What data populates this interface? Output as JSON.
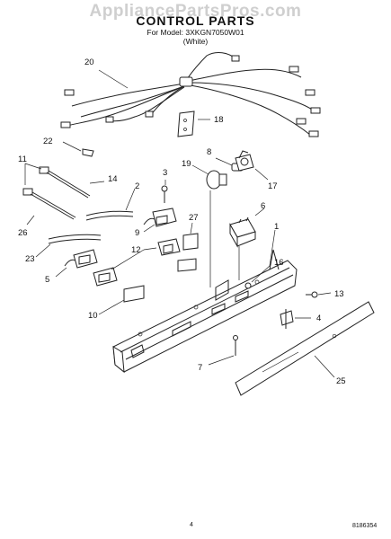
{
  "watermark": "AppliancePartsPros.com",
  "header": {
    "title": "CONTROL PARTS",
    "model_line": "For Model: 3XKGN7050W01",
    "color_line": "(White)"
  },
  "callouts": {
    "c1": "1",
    "c2": "2",
    "c3": "3",
    "c4": "4",
    "c5": "5",
    "c6": "6",
    "c7": "7",
    "c8": "8",
    "c9": "9",
    "c10": "10",
    "c11": "11",
    "c12": "12",
    "c13": "13",
    "c14": "14",
    "c16": "16",
    "c17": "17",
    "c18": "18",
    "c19": "19",
    "c20": "20",
    "c22": "22",
    "c23": "23",
    "c25": "25",
    "c26": "26",
    "c27": "27"
  },
  "footer": {
    "page_number": "4",
    "document_number": "8186354"
  }
}
